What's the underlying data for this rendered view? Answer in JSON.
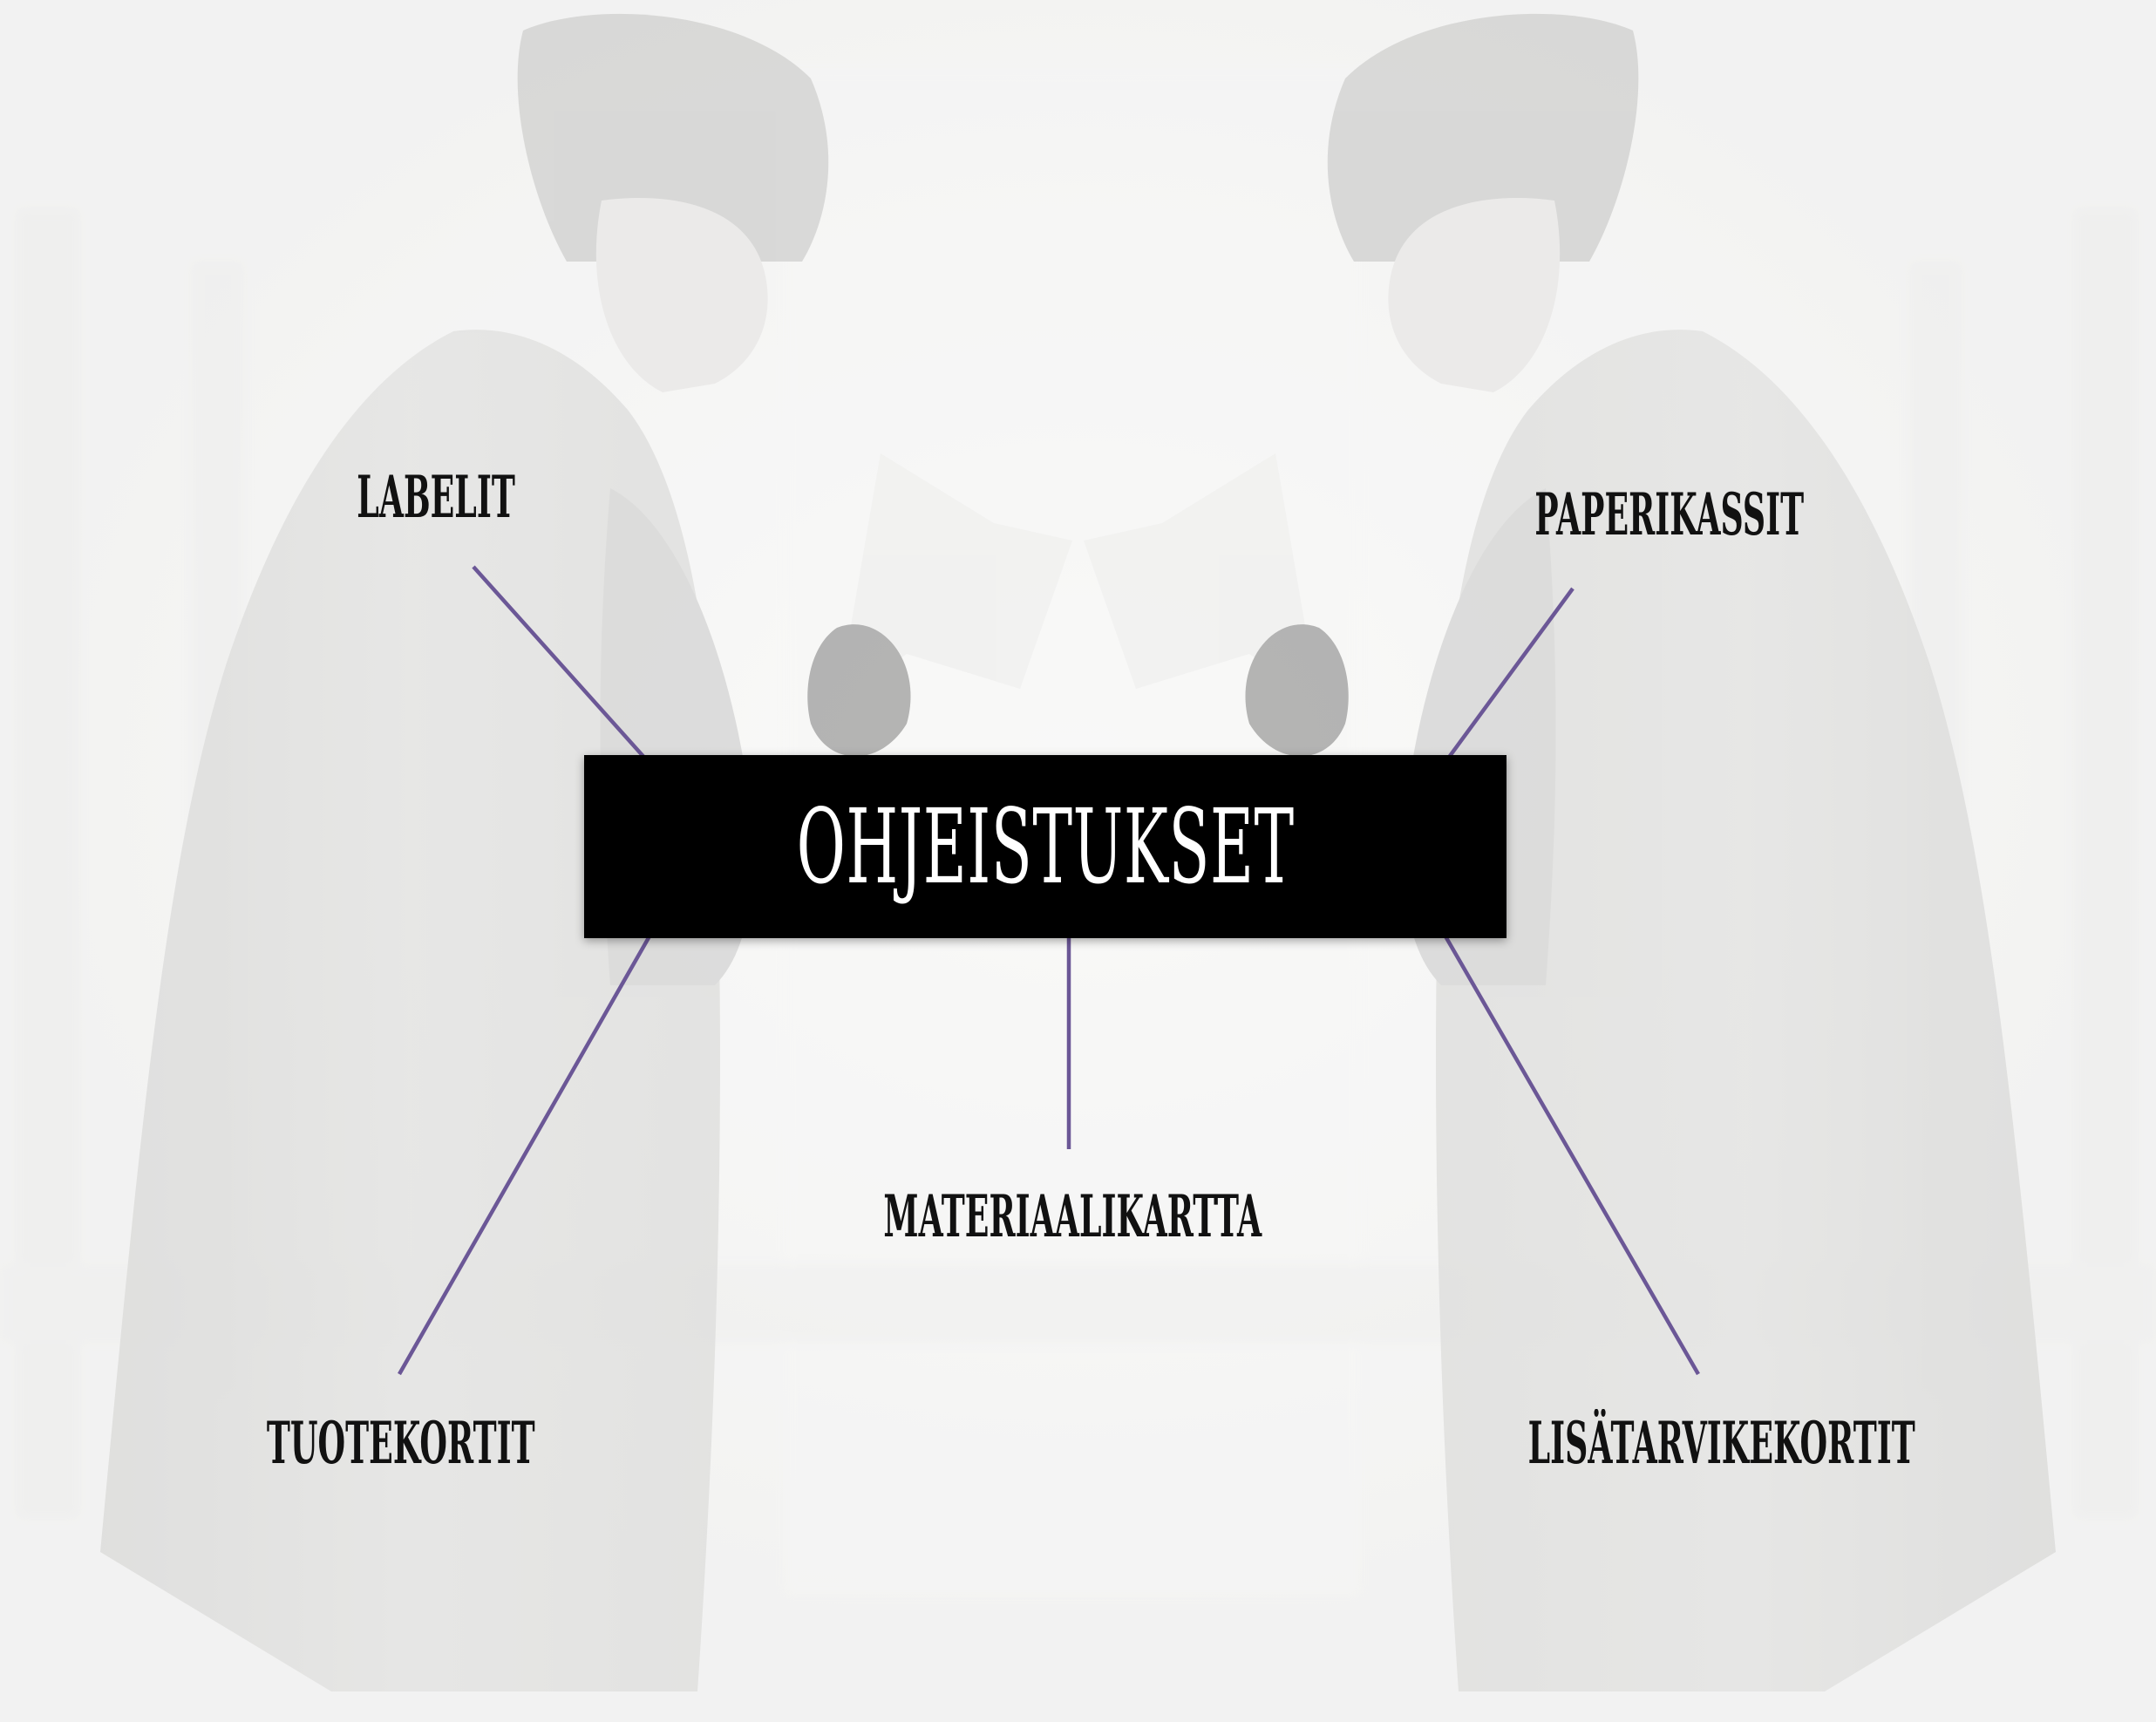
{
  "diagram": {
    "center": {
      "label": "OHJEISTUKSET"
    },
    "nodes": [
      {
        "id": "labelit",
        "label": "LABELIT"
      },
      {
        "id": "paperikassit",
        "label": "PAPERIKASSIT"
      },
      {
        "id": "materiaalikartta",
        "label": "MATERIAALIKARTTA"
      },
      {
        "id": "tuotekortit",
        "label": "TUOTEKORTIT"
      },
      {
        "id": "lisatarvikekortit",
        "label": "LISÄTARVIKEKORTIT"
      }
    ],
    "connector_color": "#6b5796",
    "center_box_color": "#000000"
  }
}
